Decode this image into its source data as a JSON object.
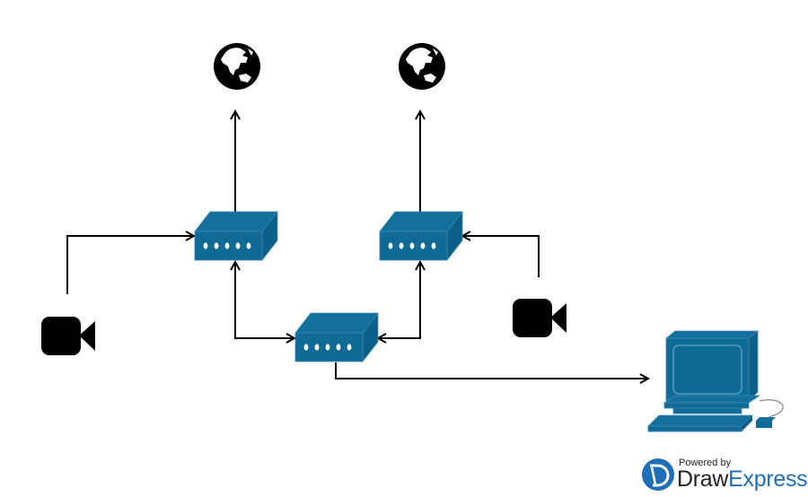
{
  "diagram": {
    "title": "",
    "colors": {
      "device": "#0f6a96",
      "device_top": "#136f9c",
      "device_side": "#0b5f88",
      "edge": "#000000",
      "icon": "#000000",
      "brand_blue": "#1e6fb8"
    },
    "nodes": [
      {
        "id": "internet-1",
        "type": "globe-icon",
        "label": ""
      },
      {
        "id": "internet-2",
        "type": "globe-icon",
        "label": ""
      },
      {
        "id": "switch-1",
        "type": "network-switch",
        "label": ""
      },
      {
        "id": "switch-2",
        "type": "network-switch",
        "label": ""
      },
      {
        "id": "switch-3",
        "type": "network-switch",
        "label": ""
      },
      {
        "id": "camera-1",
        "type": "video-camera-icon",
        "label": ""
      },
      {
        "id": "camera-2",
        "type": "video-camera-icon",
        "label": ""
      },
      {
        "id": "workstation",
        "type": "computer",
        "label": ""
      }
    ],
    "edges": [
      {
        "from": "switch-1",
        "to": "internet-1",
        "arrow": "end"
      },
      {
        "from": "switch-2",
        "to": "internet-2",
        "arrow": "end"
      },
      {
        "from": "camera-1",
        "to": "switch-1",
        "arrow": "end"
      },
      {
        "from": "camera-2",
        "to": "switch-2",
        "arrow": "end"
      },
      {
        "from": "switch-1",
        "to": "switch-3",
        "arrow": "both"
      },
      {
        "from": "switch-2",
        "to": "switch-3",
        "arrow": "both"
      },
      {
        "from": "switch-3",
        "to": "workstation",
        "arrow": "end"
      }
    ]
  },
  "watermark": {
    "powered_by": "Powered by",
    "brand_part1": "Draw",
    "brand_part2": "Express"
  }
}
